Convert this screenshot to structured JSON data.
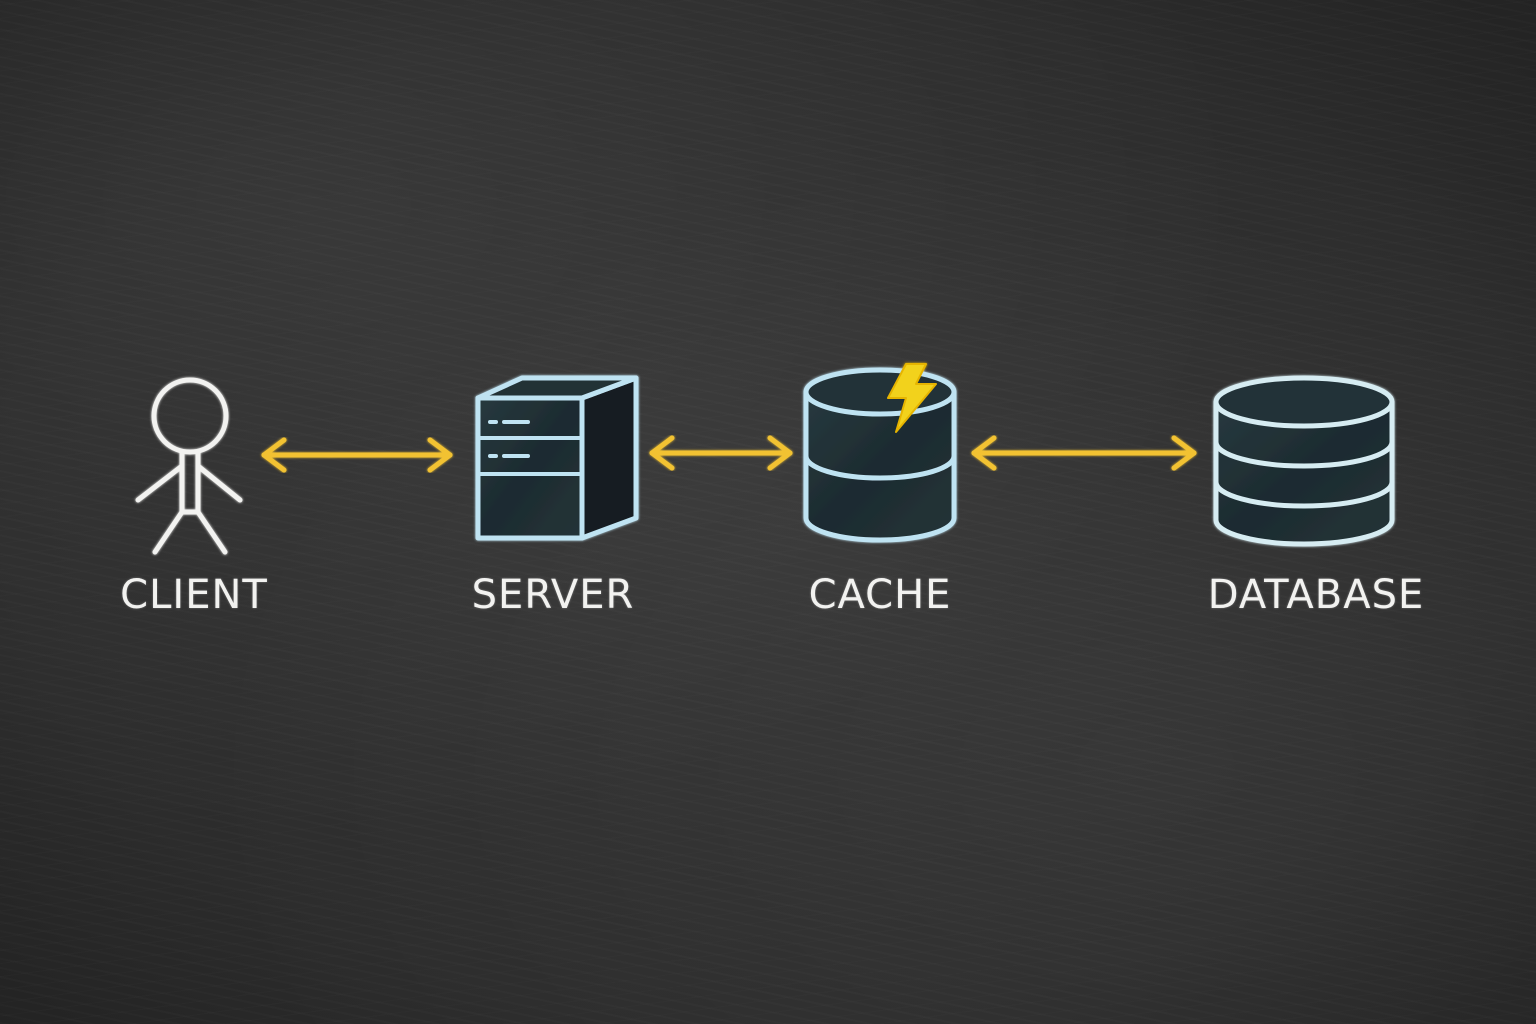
{
  "nodes": [
    {
      "id": "client",
      "label": "CLIENT",
      "icon": "stick-figure-icon"
    },
    {
      "id": "server",
      "label": "SERVER",
      "icon": "server-tower-icon"
    },
    {
      "id": "cache",
      "label": "CACHE",
      "icon": "cache-cylinder-lightning-icon"
    },
    {
      "id": "database",
      "label": "DATABASE",
      "icon": "database-cylinder-icon"
    }
  ],
  "edges": [
    {
      "from": "client",
      "to": "server",
      "direction": "bidirectional"
    },
    {
      "from": "server",
      "to": "cache",
      "direction": "bidirectional"
    },
    {
      "from": "cache",
      "to": "database",
      "direction": "bidirectional"
    }
  ],
  "colors": {
    "chalkboard": "#2f2f2f",
    "chalk_white": "#f2f2f0",
    "chalk_blue": "#bfe3f2",
    "arrow_yellow": "#f2c230",
    "fill_dark": "#1f2e33"
  }
}
